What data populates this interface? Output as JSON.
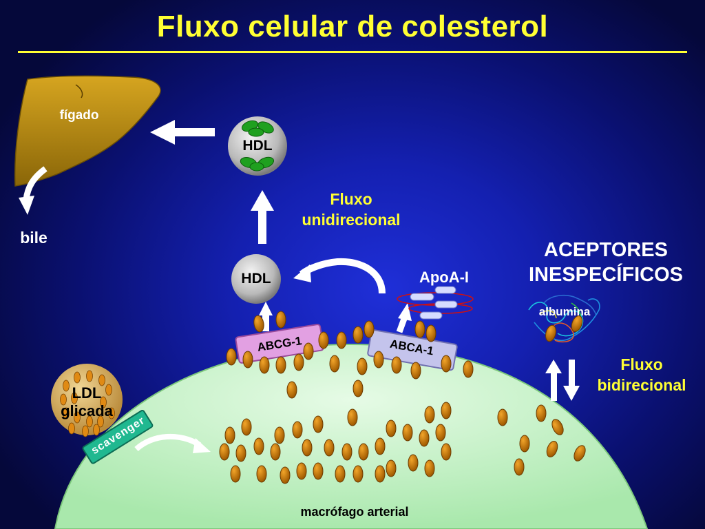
{
  "title": "Fluxo celular de colesterol",
  "labels": {
    "liver": "fígado",
    "bile": "bile",
    "hdl_top": "HDL",
    "hdl_mid": "HDL",
    "unidirectional_flow": [
      "Fluxo",
      "unidirecional"
    ],
    "apoa1": "ApoA-I",
    "acceptors": [
      "ACEPTORES",
      "INESPECÍFICOS"
    ],
    "albumin": "albumina",
    "bidirectional_flow": [
      "Fluxo",
      "bidirecional"
    ],
    "abcg1": "ABCG-1",
    "abca1": "ABCA-1",
    "ldl": [
      "LDL",
      "glicada"
    ],
    "scavenger": "scavenger",
    "macrophage": "macrófago arterial"
  },
  "colors": {
    "title": "#ffff33",
    "background": "#1420b0",
    "cell": "#c8f5c8",
    "liver": "#b8860b",
    "cholesterol": "#d88a10",
    "abcg1": "#e2a0e2",
    "abca1": "#c4c4ec",
    "scavenger": "#20b890",
    "hdl_cholesterol": "#1fa01f"
  },
  "icons": [
    "liver-shape",
    "hdl-particle",
    "apoa1-helix",
    "albumin-protein",
    "arrow-icon"
  ]
}
